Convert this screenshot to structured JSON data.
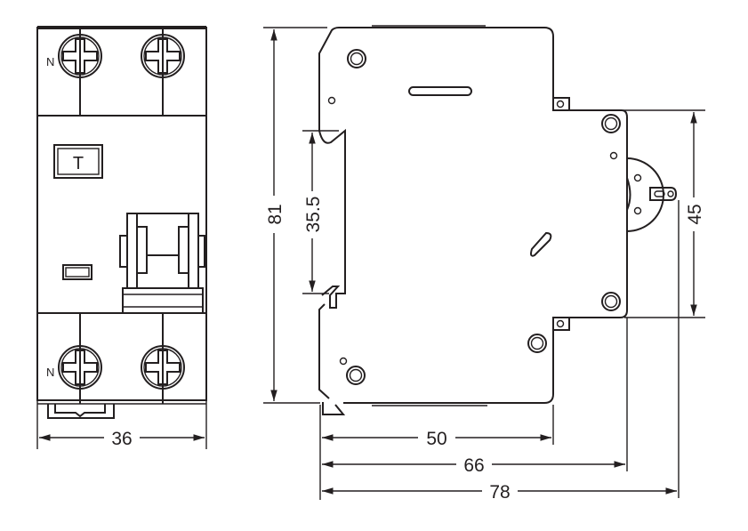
{
  "front_view": {
    "terminal_top_label": "N",
    "terminal_bottom_label": "N",
    "test_button_label": "T",
    "width_dimension": "36"
  },
  "side_view": {
    "height_dimension": "81",
    "din_rail_dimension": "35.5",
    "front_height_dimension": "45",
    "depth_dimensions": [
      "50",
      "66",
      "78"
    ]
  },
  "colors": {
    "line": "#231f20",
    "background": "#ffffff"
  }
}
